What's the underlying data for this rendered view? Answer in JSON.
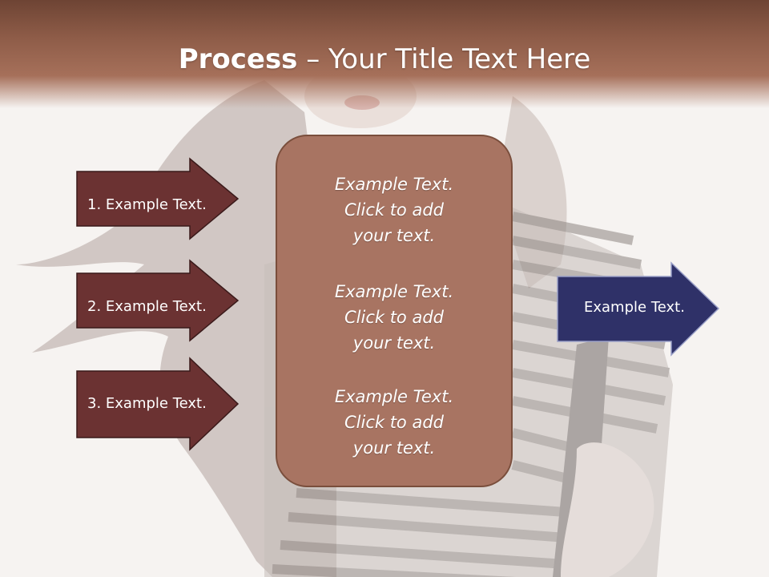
{
  "title": {
    "bold": "Process",
    "rest": " – Your Title Text Here"
  },
  "left_arrows": [
    {
      "label": "1. Example Text."
    },
    {
      "label": "2. Example Text."
    },
    {
      "label": "3. Example Text."
    }
  ],
  "center_box": {
    "blocks": [
      "Example Text.\nClick  to add\nyour text.",
      "Example Text.\nClick  to add\nyour text.",
      "Example Text.\nClick  to add\nyour text."
    ]
  },
  "right_arrow": {
    "label": "Example Text."
  },
  "colors": {
    "header": "#8e5c48",
    "left_arrow_fill": "#6b3232",
    "right_arrow_fill": "#2f3168",
    "center_box_fill": "#a87462",
    "center_box_border": "#7a4e3c"
  }
}
